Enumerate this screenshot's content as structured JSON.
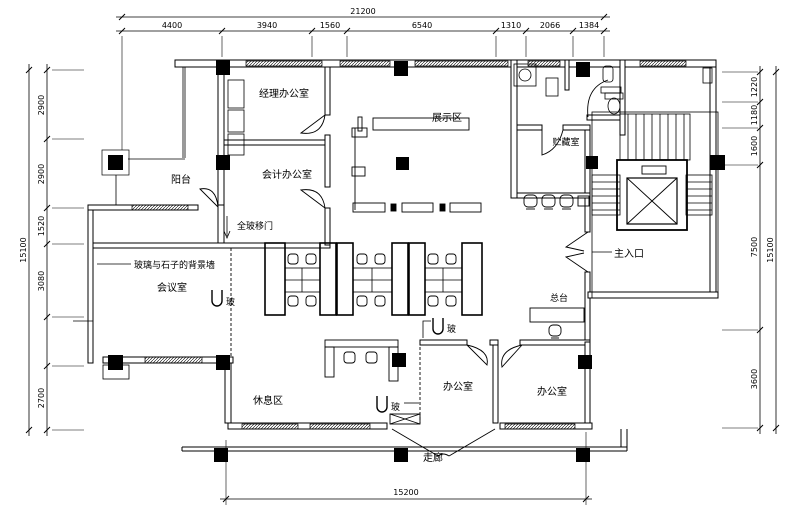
{
  "colors": {
    "ink": "#000000",
    "background": "#ffffff"
  },
  "dimensions": {
    "top": {
      "total": "21200",
      "segments": [
        "4400",
        "3940",
        "1560",
        "6540",
        "1310",
        "2066",
        "1384"
      ]
    },
    "left": {
      "total": "15100",
      "segments": [
        "2900",
        "2900",
        "1520",
        "3080",
        "2700"
      ]
    },
    "right": {
      "total": "15100",
      "segments": [
        "1220",
        "1180",
        "1600",
        "7500",
        "3600"
      ]
    },
    "bottom": {
      "total": "15200"
    }
  },
  "rooms": {
    "manager_office": "经理办公室",
    "accounting_office": "会计办公室",
    "balcony": "阳台",
    "exhibition_area": "展示区",
    "storage_room": "贮藏室",
    "meeting_room": "会议室",
    "rest_area": "休息区",
    "office_a": "办公室",
    "office_b": "办公室",
    "corridor": "走廊",
    "reception": "总台"
  },
  "annotations": {
    "main_entrance": "主入口",
    "glass_sliding_door": "全玻移门",
    "feature_wall": "玻璃与石子的背景墙",
    "glass_a": "玻",
    "glass_b": "玻",
    "glass_c": "玻"
  }
}
